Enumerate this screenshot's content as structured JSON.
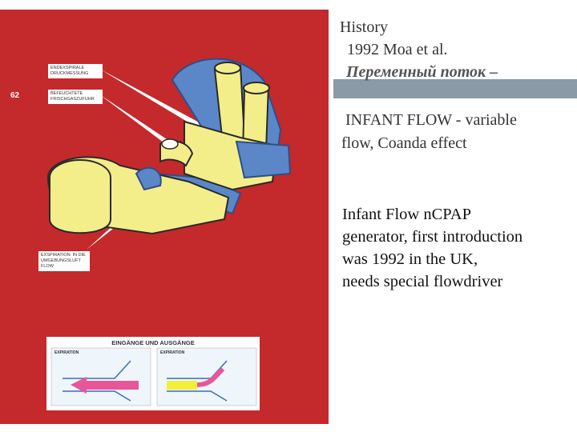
{
  "figure": {
    "page_number": "62",
    "labels": {
      "pressure": "Endexspirale Druckmessung",
      "humidified": "Befeuchtete Frischgaszufuhr",
      "expiratory": "Exspiration: in die umgebungsluft Flow"
    },
    "inset": {
      "title": "EINGÄNGE UND AUSGÄNGE",
      "left_panel_title": "EXPIRATION",
      "right_panel_title": "EXPIRATION"
    },
    "colors": {
      "background": "#c4292c",
      "generator": "#f3ee8a",
      "tubing": "#5b86c8",
      "arrow": "#e8569a"
    }
  },
  "text": {
    "history": "History",
    "moa": "1992 Moa et al.",
    "ru": "Переменный поток –",
    "infant_flow": "INFANT FLOW - variable",
    "coanda": "flow, Coanda effect",
    "body": [
      "Infant Flow nCPAP",
      "generator, first introduction",
      "was 1992 in the UK,",
      "needs special flowdriver"
    ]
  }
}
